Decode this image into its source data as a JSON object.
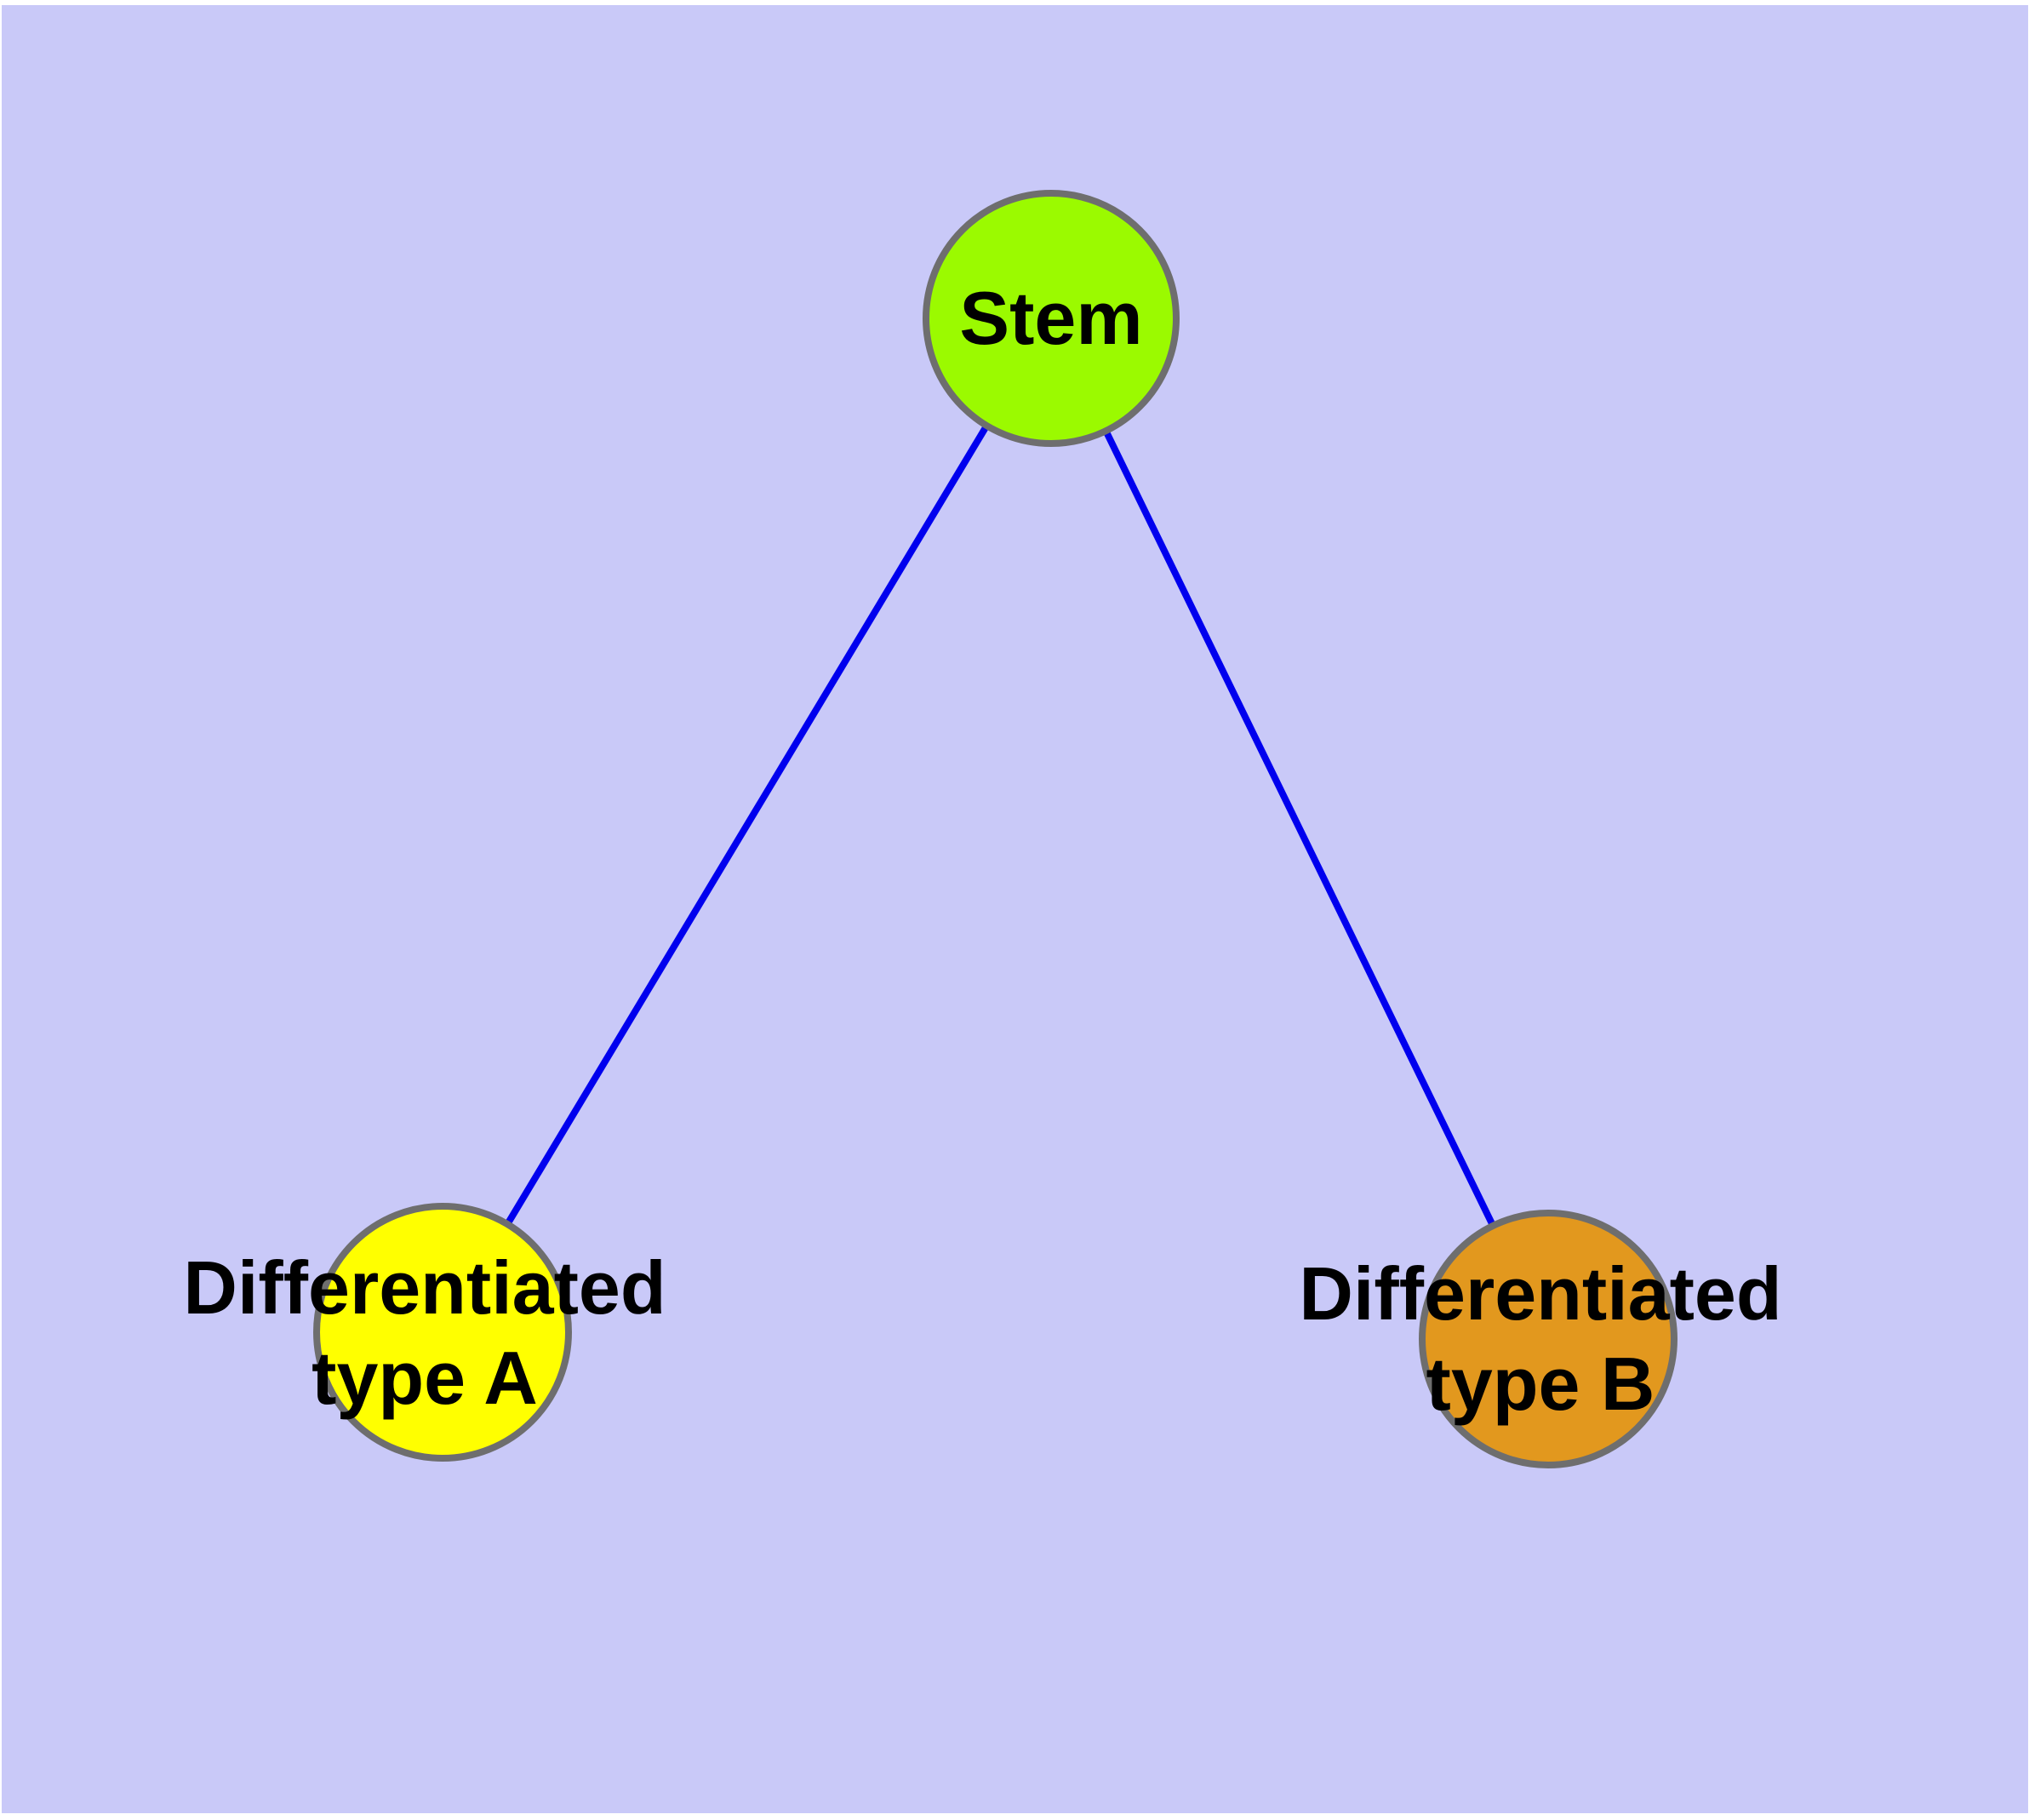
{
  "canvas": {
    "page_background": "#FFFFFF",
    "background": "#C9C9F8"
  },
  "diagram": {
    "text_color": "#000000",
    "node_border_color": "#6E6E6E",
    "edge_color": "#0000EE",
    "nodes": [
      {
        "id": "stem",
        "label": "Stem",
        "fill": "#9BFA00"
      },
      {
        "id": "type-a",
        "label": "Differentiated\ntype A",
        "fill": "#FFFF00"
      },
      {
        "id": "type-b",
        "label": "Differentiated\ntype B",
        "fill": "#E2981E"
      }
    ],
    "edges": [
      {
        "from": "stem",
        "to": "type-a",
        "color": "#0000EE"
      },
      {
        "from": "stem",
        "to": "type-b",
        "color": "#0000EE"
      }
    ]
  }
}
